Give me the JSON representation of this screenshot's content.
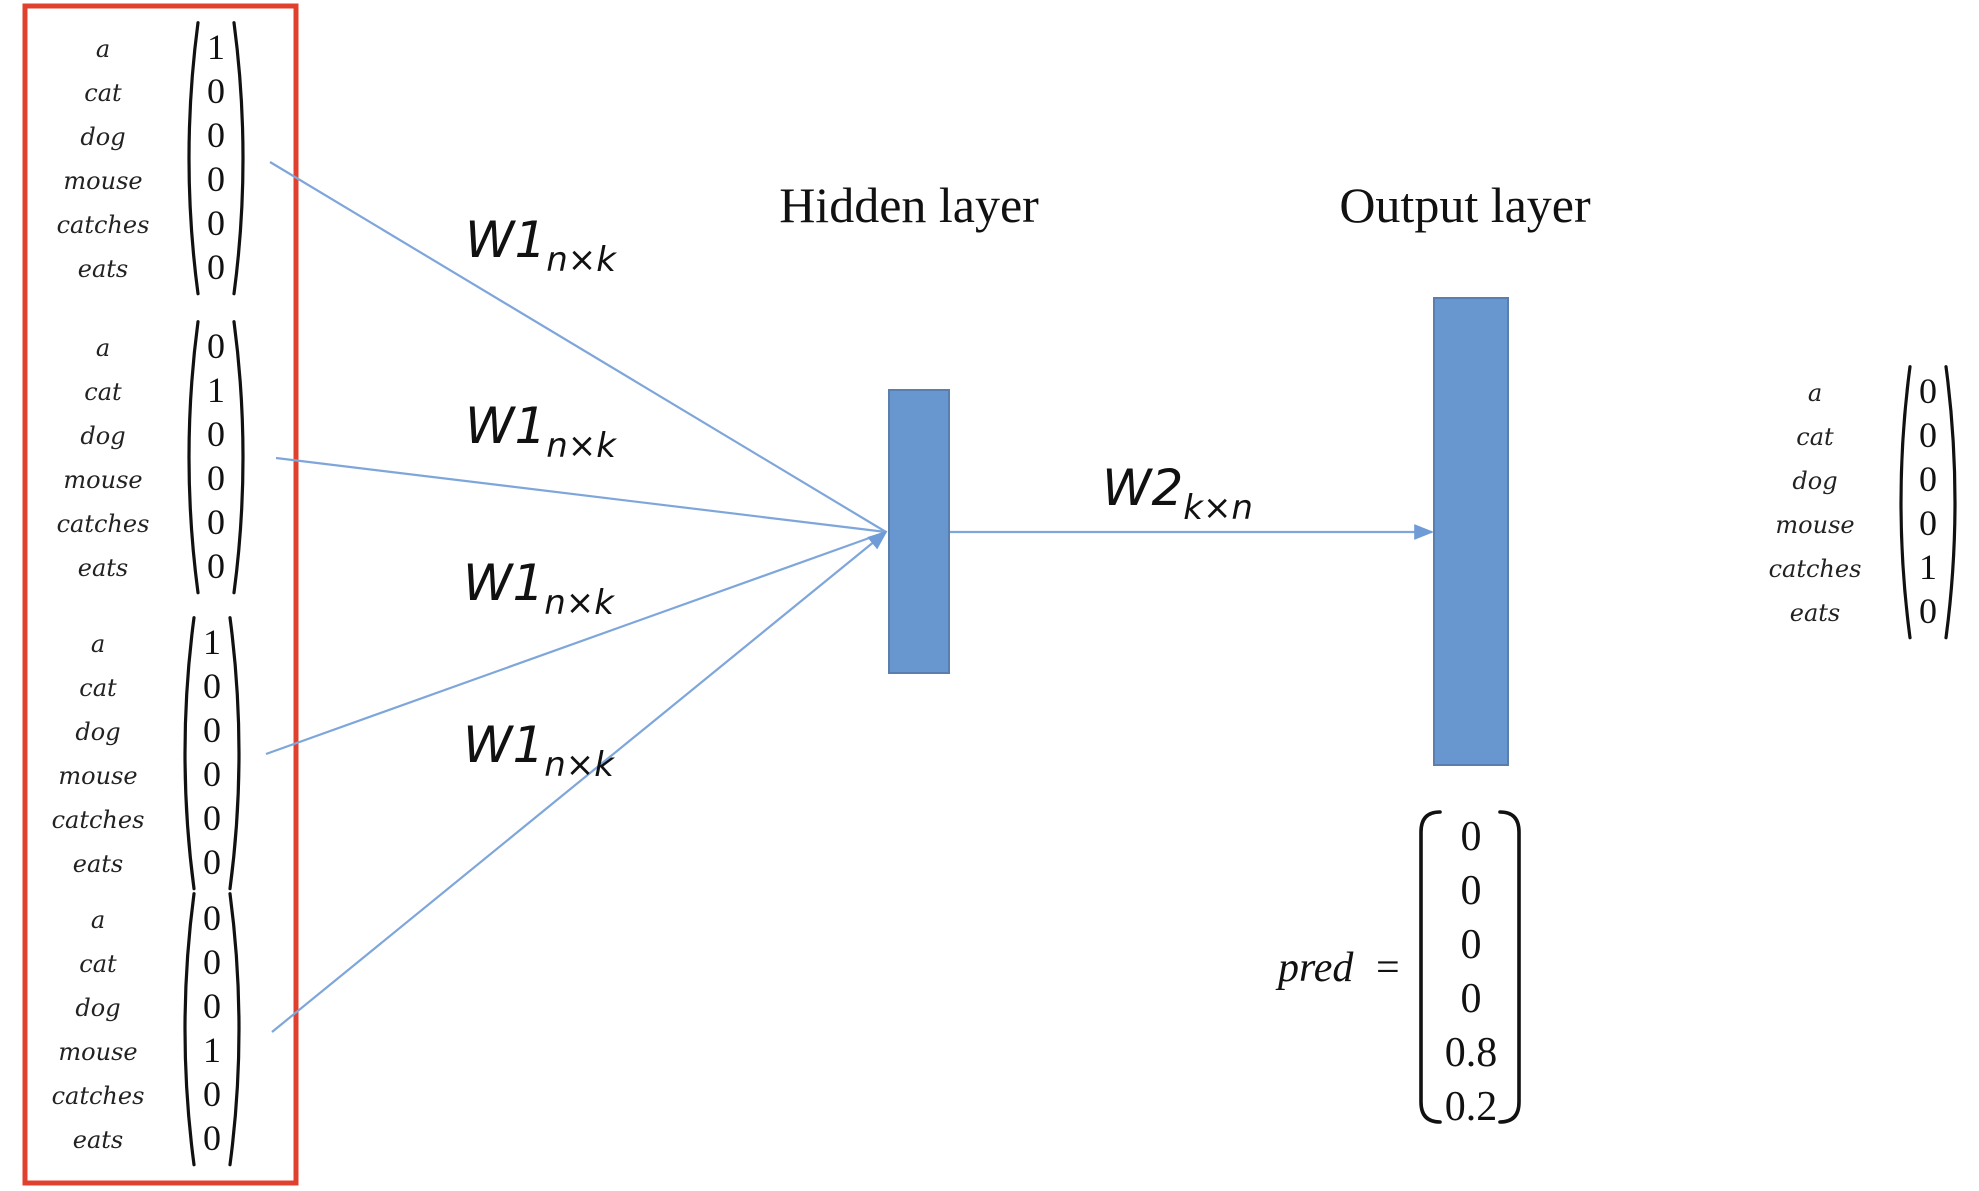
{
  "vocabulary": [
    "a",
    "cat",
    "dog",
    "mouse",
    "catches",
    "eats"
  ],
  "input_vectors": [
    {
      "values": [
        "1",
        "0",
        "0",
        "0",
        "0",
        "0"
      ]
    },
    {
      "values": [
        "0",
        "1",
        "0",
        "0",
        "0",
        "0"
      ]
    },
    {
      "values": [
        "1",
        "0",
        "0",
        "0",
        "0",
        "0"
      ]
    },
    {
      "values": [
        "0",
        "0",
        "0",
        "1",
        "0",
        "0"
      ]
    }
  ],
  "target_vector": {
    "values": [
      "0",
      "0",
      "0",
      "0",
      "1",
      "0"
    ]
  },
  "hidden_layer": {
    "title": "Hidden layer"
  },
  "output_layer": {
    "title": "Output layer"
  },
  "input_weights": [
    {
      "main": "W1",
      "sub": "n×k"
    },
    {
      "main": "W1",
      "sub": "n×k"
    },
    {
      "main": "W1",
      "sub": "n×k"
    },
    {
      "main": "W1",
      "sub": "n×k"
    }
  ],
  "output_weight": {
    "main": "W2",
    "sub": "k×n"
  },
  "prediction": {
    "label": "pred",
    "equals": "=",
    "values": [
      "0",
      "0",
      "0",
      "0",
      "0.8",
      "0.2"
    ]
  },
  "colors": {
    "edge": "#7ea6da",
    "layer_fill": "#6897d0",
    "input_box": "#e0412e"
  }
}
